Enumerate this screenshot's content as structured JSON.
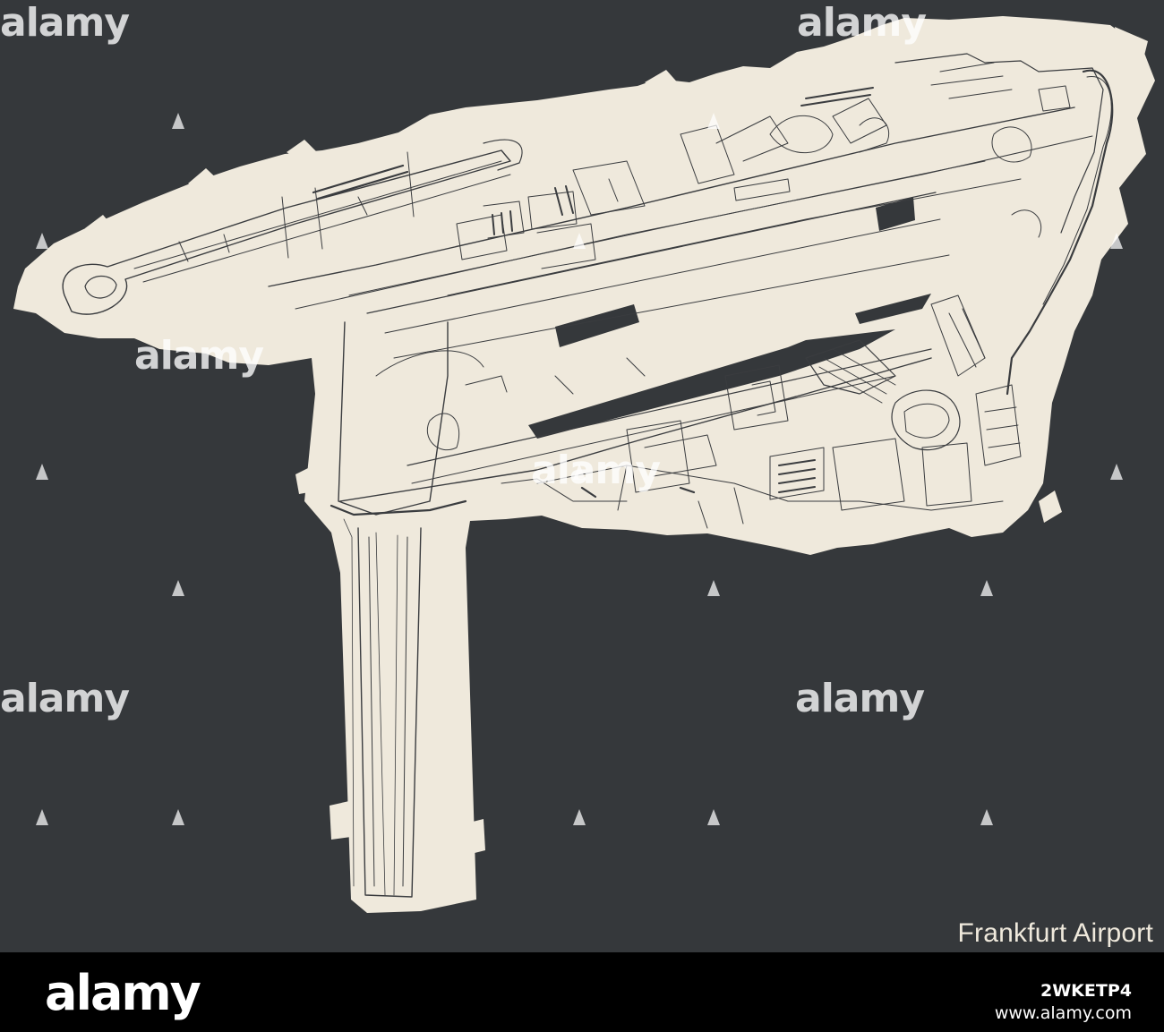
{
  "map": {
    "title": "Frankfurt Airport",
    "background_color": "#35383b",
    "land_color": "#efe9dc",
    "street_color": "#3a3c3f",
    "hole_color": "#35383b"
  },
  "watermark": {
    "text": "alamy",
    "icon": "alamy-a-mark-icon"
  },
  "footer": {
    "logo": "alamy",
    "image_id": "2WKETP4",
    "url": "www.alamy.com"
  }
}
